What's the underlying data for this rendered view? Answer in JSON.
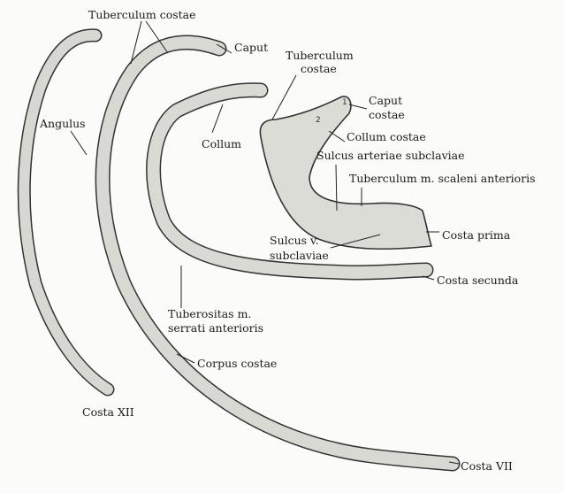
{
  "title": "Ribs (Costae)",
  "labels": {
    "tuberculum_costae_top": "Tuberculum costae",
    "caput": "Caput",
    "tuberculum_costae_line1": "Tuberculum",
    "tuberculum_costae_line2": "costae",
    "caput_costae_line1": "Caput",
    "caput_costae_line2": "costae",
    "angulus": "Angulus",
    "collum": "Collum",
    "collum_costae": "Collum costae",
    "sulcus_arteriae": "Sulcus arteriae subclaviae",
    "tuberculum_scaleni": "Tuberculum m. scaleni anterioris",
    "costa_prima": "Costa prima",
    "sulcus_v_line1": "Sulcus v.",
    "sulcus_v_line2": "subclaviae",
    "costa_secunda": "Costa secunda",
    "tuberositas_line1": "Tuberositas m.",
    "tuberositas_line2": "serrati anterioris",
    "corpus_costae": "Corpus costae",
    "costa_xii": "Costa XII",
    "costa_vii": "Costa VII"
  },
  "markers": {
    "one": "1",
    "two": "2"
  }
}
